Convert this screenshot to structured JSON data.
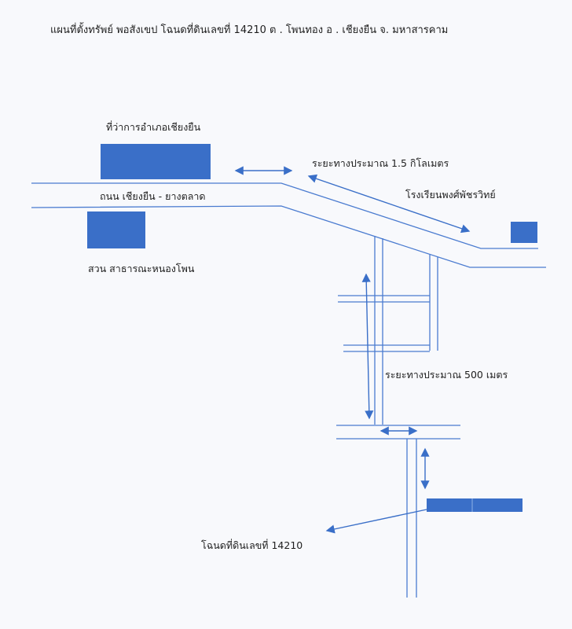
{
  "title": "แผนที่ตั้งทรัพย์ พอสังเขป โฉนดที่ดินเลขที่ 14210     ต . โพนทอง อ . เชียงยืน  จ. มหาสารคาม",
  "labels": {
    "district_office": "ที่ว่าการอำเภอเชียงยืน",
    "road": "ถนน เชียงยืน - ยางตลาด",
    "park": "สวน  สาธารณะหนองโพน",
    "distance_1": "ระยะทางประมาณ 1.5  กิโลเมตร",
    "school": "โรงเรียนพงศ์พัชรวิทย์",
    "distance_2": "ระยะทางประมาณ  500 เมตร",
    "land_deed": "โฉนดที่ดินเลขที่ 14210"
  },
  "colors": {
    "building": "#3a6fc8",
    "road": "#4a7bd0",
    "arrow": "#3a6fc8"
  }
}
